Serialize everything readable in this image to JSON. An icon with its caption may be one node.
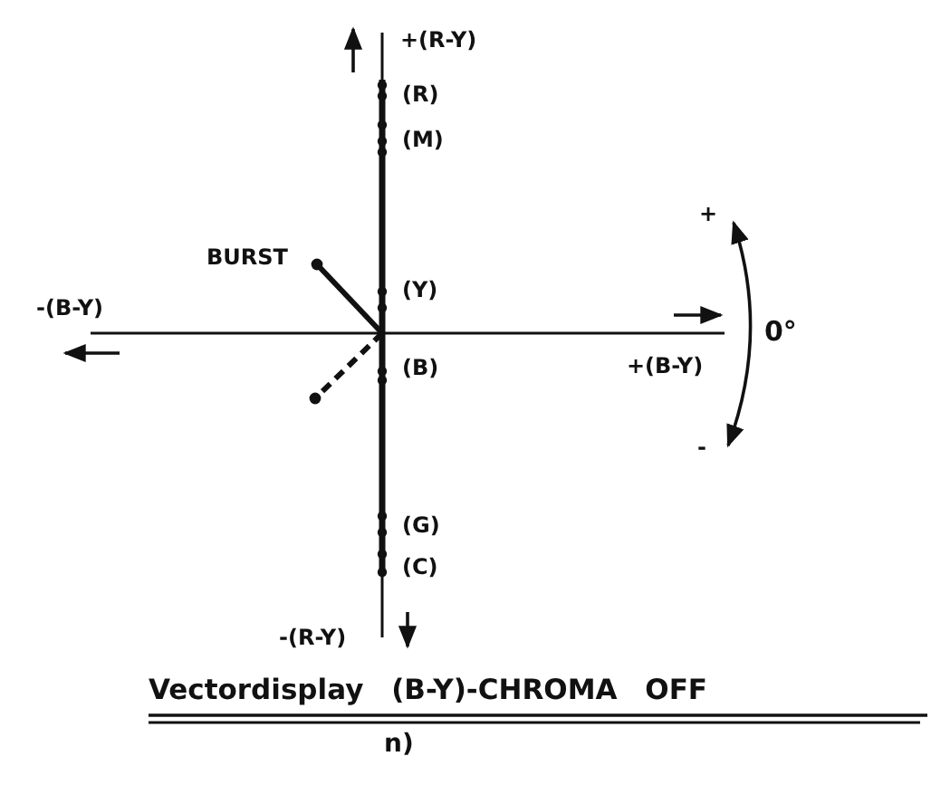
{
  "diagram": {
    "title": "Vectordisplay (B-Y)-CHROMA OFF",
    "caption": "n)",
    "labels": [
      "+(R-Y)",
      "(R)",
      "(M)",
      "+",
      "BURST",
      "(Y)",
      "-(B-Y)",
      "0°",
      "+(B-Y)",
      "(B)",
      "-",
      "(G)",
      "(C)",
      "-(R-Y)"
    ]
  }
}
